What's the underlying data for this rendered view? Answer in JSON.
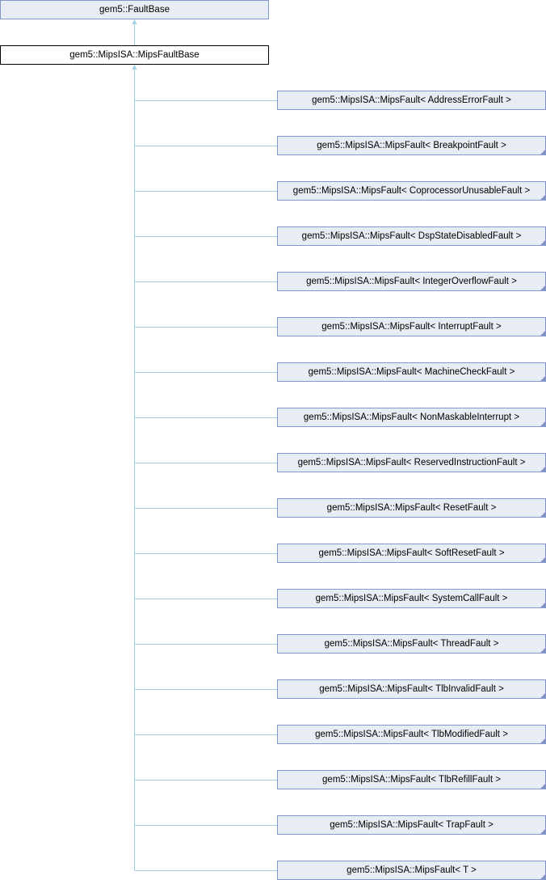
{
  "base": "gem5::FaultBase",
  "current": "gem5::MipsISA::MipsFaultBase",
  "children": [
    {
      "label": "gem5::MipsISA::MipsFault< AddressErrorFault >",
      "fold": false
    },
    {
      "label": "gem5::MipsISA::MipsFault< BreakpointFault >",
      "fold": true
    },
    {
      "label": "gem5::MipsISA::MipsFault< CoprocessorUnusableFault >",
      "fold": true
    },
    {
      "label": "gem5::MipsISA::MipsFault< DspStateDisabledFault >",
      "fold": true
    },
    {
      "label": "gem5::MipsISA::MipsFault< IntegerOverflowFault >",
      "fold": true
    },
    {
      "label": "gem5::MipsISA::MipsFault< InterruptFault >",
      "fold": true
    },
    {
      "label": "gem5::MipsISA::MipsFault< MachineCheckFault >",
      "fold": true
    },
    {
      "label": "gem5::MipsISA::MipsFault< NonMaskableInterrupt >",
      "fold": true
    },
    {
      "label": "gem5::MipsISA::MipsFault< ReservedInstructionFault >",
      "fold": true
    },
    {
      "label": "gem5::MipsISA::MipsFault< ResetFault >",
      "fold": true
    },
    {
      "label": "gem5::MipsISA::MipsFault< SoftResetFault >",
      "fold": true
    },
    {
      "label": "gem5::MipsISA::MipsFault< SystemCallFault >",
      "fold": true
    },
    {
      "label": "gem5::MipsISA::MipsFault< ThreadFault >",
      "fold": true
    },
    {
      "label": "gem5::MipsISA::MipsFault< TlbInvalidFault >",
      "fold": true
    },
    {
      "label": "gem5::MipsISA::MipsFault< TlbModifiedFault >",
      "fold": true
    },
    {
      "label": "gem5::MipsISA::MipsFault< TlbRefillFault >",
      "fold": true
    },
    {
      "label": "gem5::MipsISA::MipsFault< TrapFault >",
      "fold": true
    },
    {
      "label": "gem5::MipsISA::MipsFault< T >",
      "fold": true
    }
  ],
  "colors": {
    "edge": "#9ecfe8",
    "border": "#8495c8",
    "fill": "#e8ecf5"
  }
}
